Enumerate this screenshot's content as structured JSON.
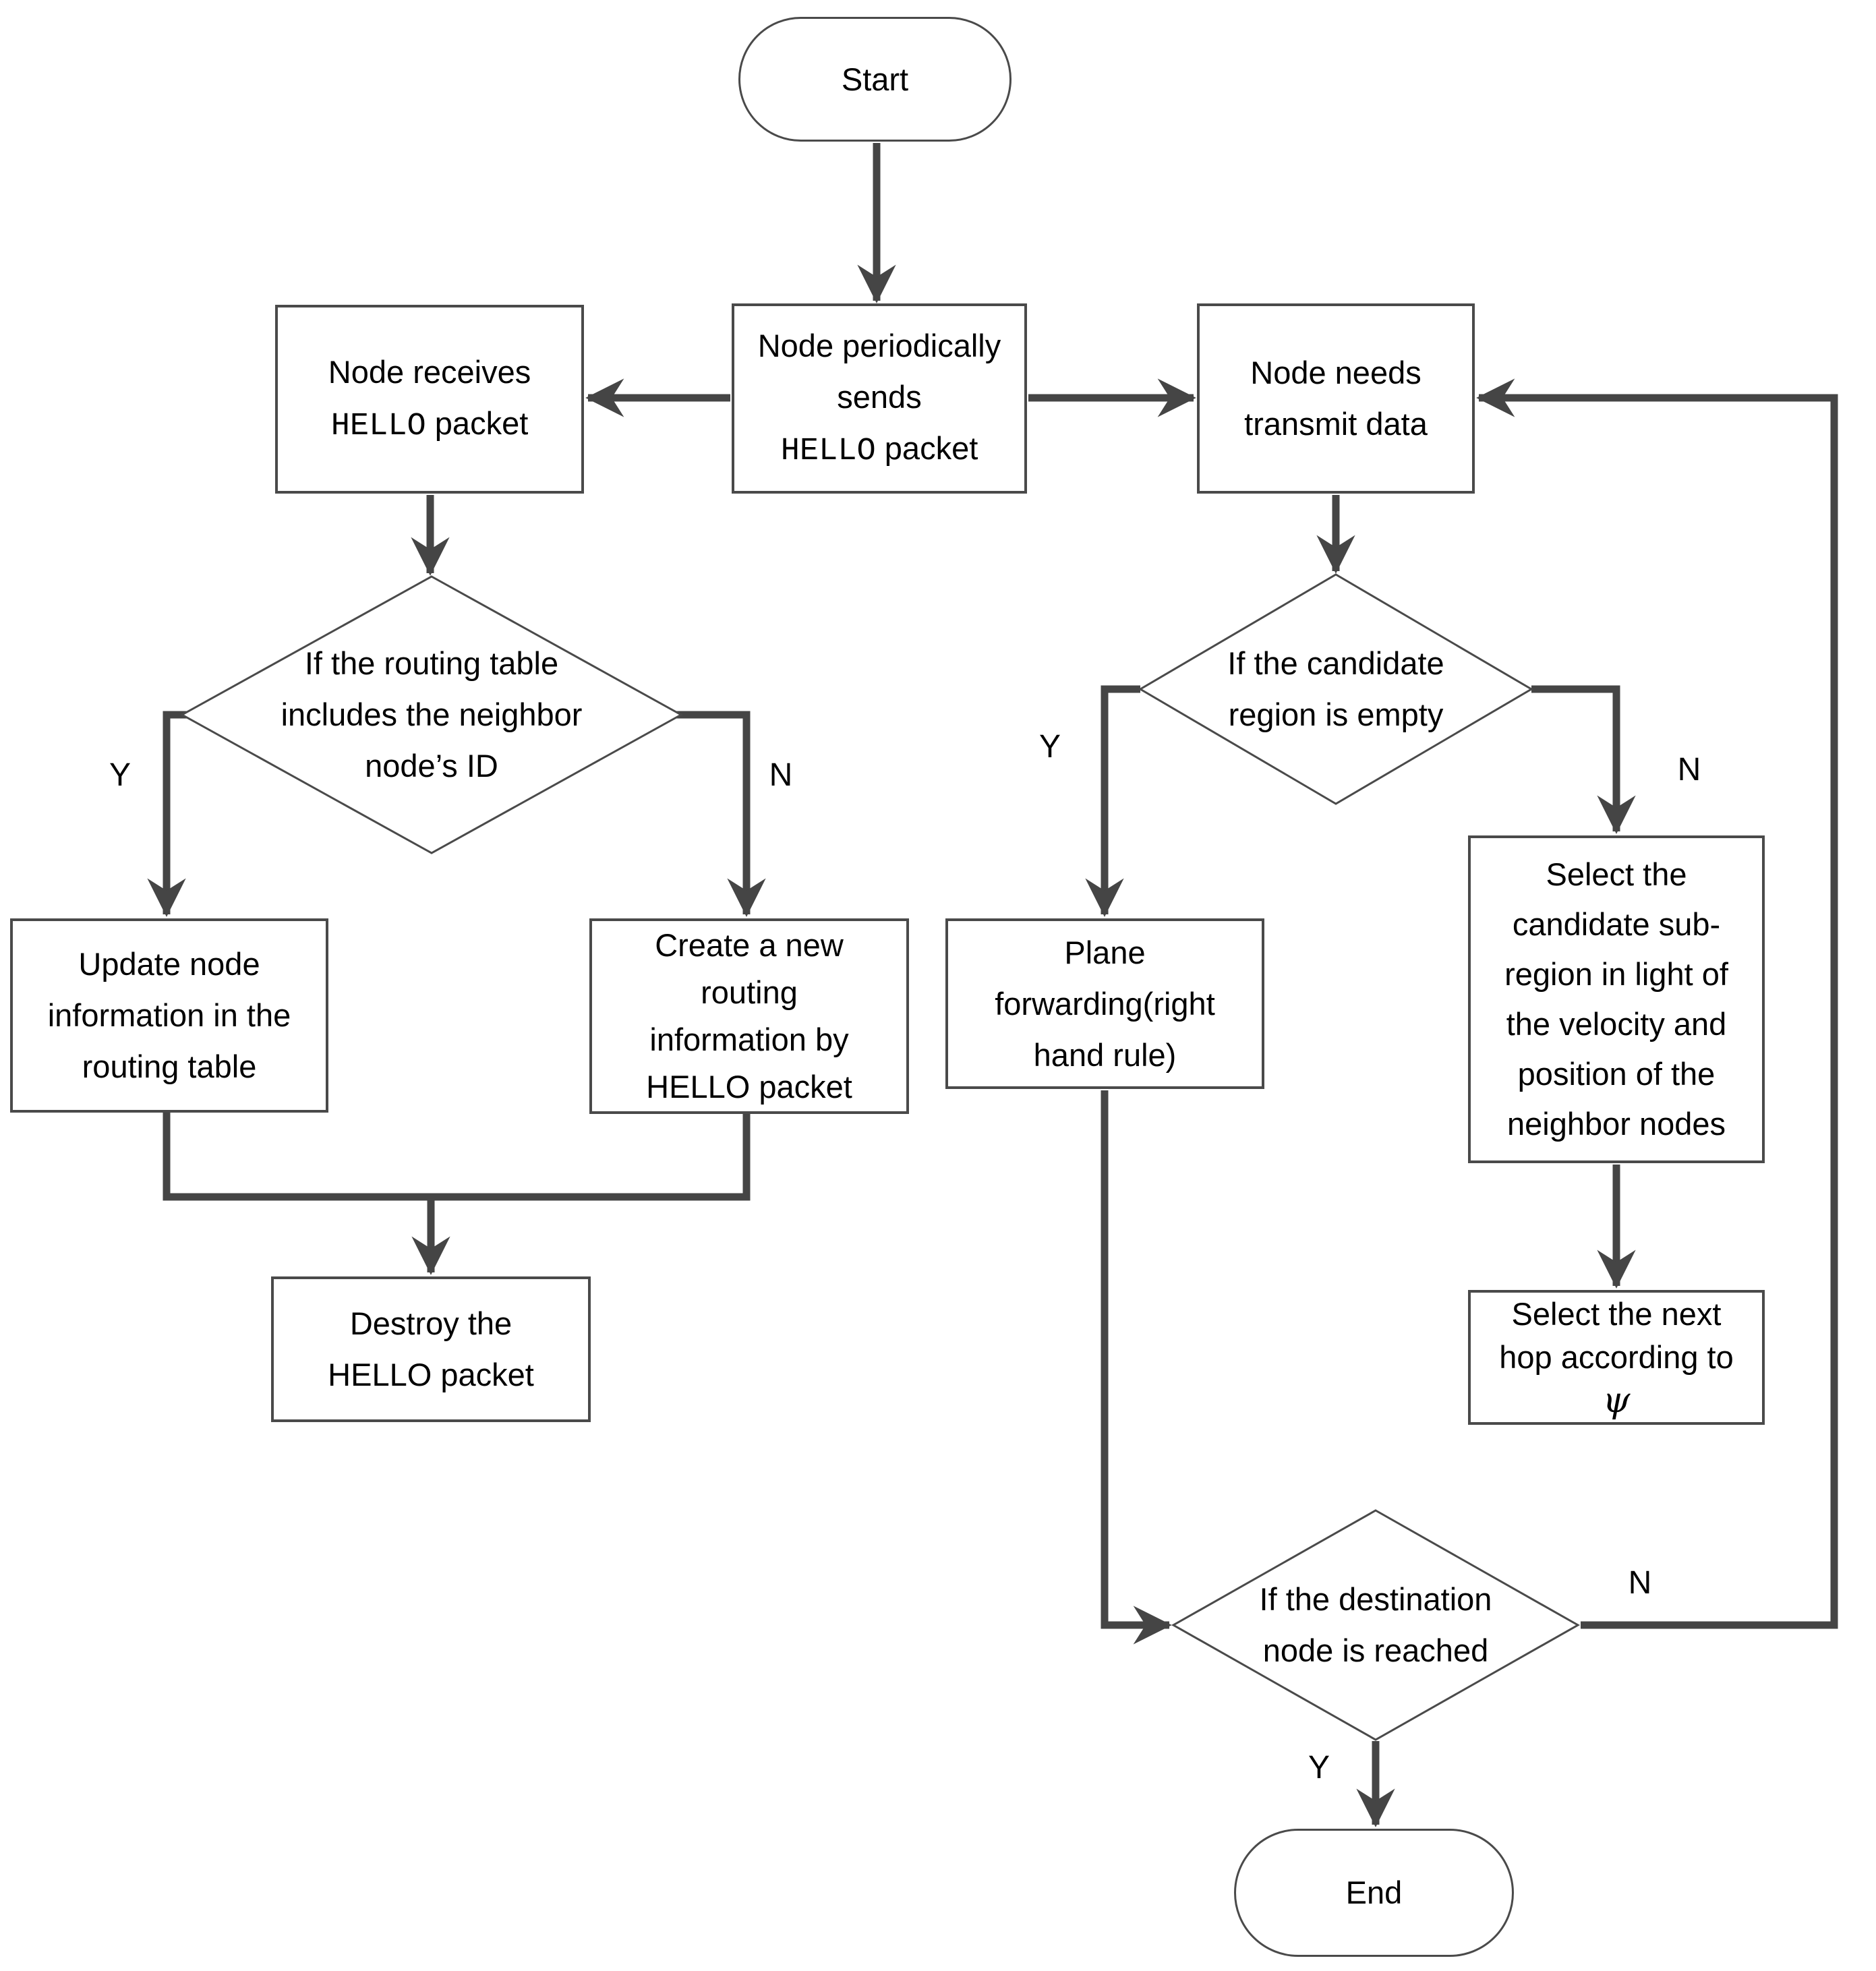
{
  "meta": {
    "background": "#ffffff",
    "line_color": "#454545",
    "border_color": "#4a4a4a",
    "text_color": "#000000"
  },
  "nodes": {
    "start": {
      "label": "Start"
    },
    "send_hello": {
      "line1": "Node periodically",
      "line2": "sends",
      "line3_mono": "HELLO",
      "line3_rest": " packet"
    },
    "recv_hello": {
      "line1": "Node receives",
      "line2_mono": "HELLO",
      "line2_rest": " packet"
    },
    "need_transmit": {
      "line1": "Node needs",
      "line2": "transmit data"
    },
    "routing_diamond": {
      "line1": "If the routing table",
      "line2": "includes the neighbor",
      "line3": "node’s ID"
    },
    "update_box": {
      "line1": "Update node",
      "line2": "information in the",
      "line3": "routing table"
    },
    "create_box": {
      "line1": "Create a new",
      "line2": "routing",
      "line3": "information by",
      "line4": "HELLO packet"
    },
    "destroy_box": {
      "line1": "Destroy the",
      "line2": "HELLO packet"
    },
    "candidate_diamond": {
      "line1": "If the candidate",
      "line2": "region is empty"
    },
    "plane_box": {
      "line1": "Plane",
      "line2": "forwarding(right",
      "line3": "hand rule)"
    },
    "subregion_box": {
      "line1": "Select the",
      "line2": "candidate sub-",
      "line3": "region in light of",
      "line4": "the velocity and",
      "line5": "position of the",
      "line6": "neighbor nodes"
    },
    "nexthop_box": {
      "line1": "Select the next",
      "line2": "hop according to",
      "line3": "ψ"
    },
    "dest_diamond": {
      "line1": "If the destination",
      "line2": "node is reached"
    },
    "end": {
      "label": "End"
    }
  },
  "edge_labels": {
    "routing_yes": "Y",
    "routing_no": "N",
    "candidate_yes": "Y",
    "candidate_no": "N",
    "dest_yes": "Y",
    "dest_no": "N"
  }
}
